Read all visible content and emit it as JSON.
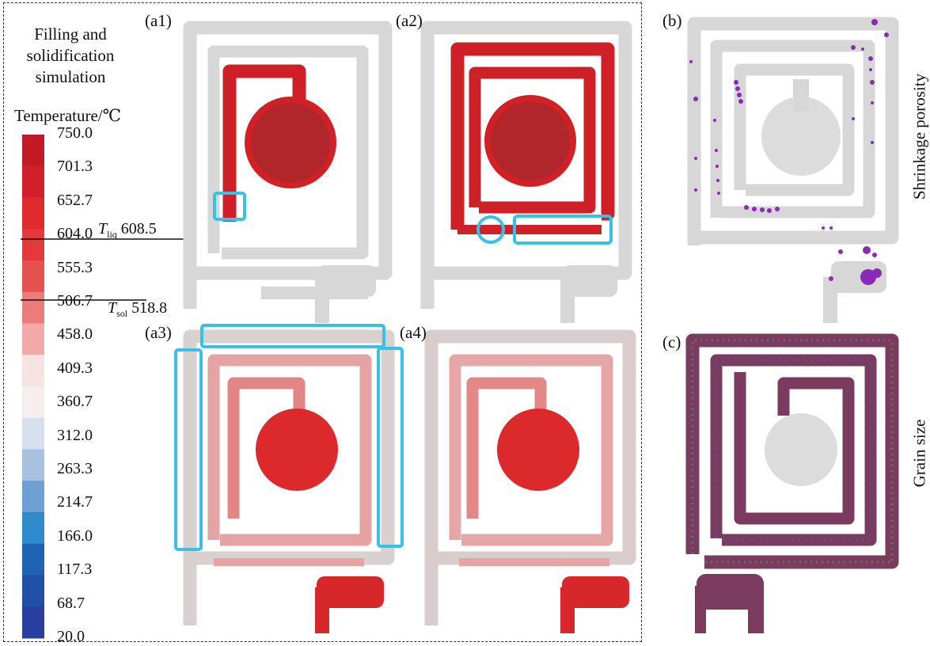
{
  "heading": "Filling and solidification simulation",
  "legend": {
    "title": "Temperature/℃",
    "ticks": [
      "750.0",
      "701.3",
      "652.7",
      "604.0",
      "555.3",
      "506.7",
      "458.0",
      "409.3",
      "360.7",
      "312.0",
      "263.3",
      "214.7",
      "166.0",
      "117.3",
      "68.7",
      "20.0"
    ],
    "colors": [
      "#c21a26",
      "#d2202a",
      "#e02a2e",
      "#e4393a",
      "#e6504f",
      "#ec7c7b",
      "#f2a9a8",
      "#f7e3e3",
      "#f6eeee",
      "#d6e0ee",
      "#a8c1e1",
      "#6ea0d4",
      "#2f8bcb",
      "#1f63b5",
      "#214ea8",
      "#2a3da0"
    ],
    "liquidus": {
      "symbol": "T",
      "sub": "liq",
      "value": "608.5"
    },
    "solidus": {
      "symbol": "T",
      "sub": "sol",
      "value": "518.8"
    }
  },
  "panels": {
    "a1": "(a1)",
    "a2": "(a2)",
    "a3": "(a3)",
    "a4": "(a4)",
    "b": "(b)",
    "c": "(c)"
  },
  "side_labels": {
    "b": "Shrinkage porosity",
    "c": "Grain size"
  }
}
